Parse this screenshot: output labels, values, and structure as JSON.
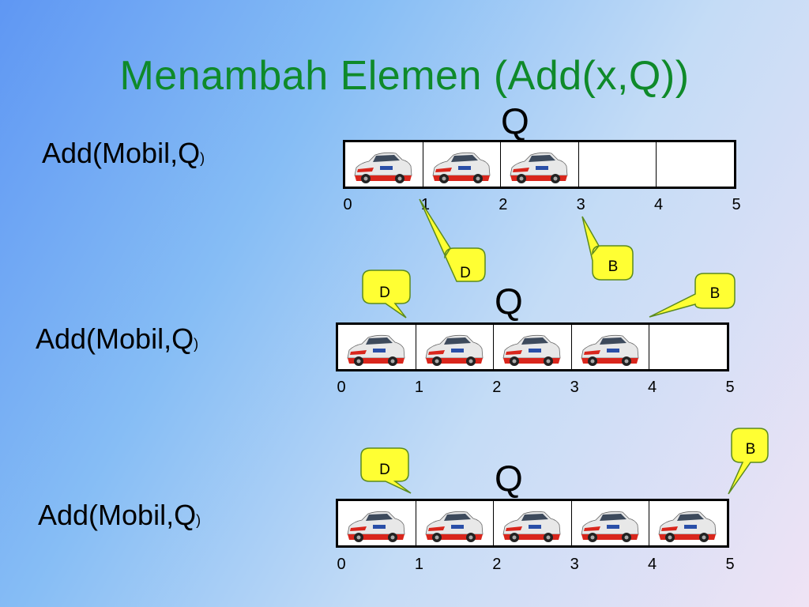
{
  "title": "Menambah Elemen (Add(x,Q))",
  "rows": [
    {
      "label_main": "Add(Mobil,Q",
      "label_paren": ")",
      "queue_name": "Q",
      "cars": [
        true,
        true,
        true,
        false,
        false
      ],
      "indices": [
        "0",
        "1",
        "2",
        "3",
        "4",
        "5"
      ],
      "front_marker": "D",
      "rear_marker": "B"
    },
    {
      "label_main": "Add(Mobil,Q",
      "label_paren": ")",
      "queue_name": "Q",
      "cars": [
        true,
        true,
        true,
        true,
        false
      ],
      "indices": [
        "0",
        "1",
        "2",
        "3",
        "4",
        "5"
      ],
      "front_marker": "D",
      "rear_marker": "B"
    },
    {
      "label_main": "Add(Mobil,Q",
      "label_paren": ")",
      "queue_name": "Q",
      "cars": [
        true,
        true,
        true,
        true,
        true
      ],
      "indices": [
        "0",
        "1",
        "2",
        "3",
        "4",
        "5"
      ],
      "front_marker": "D",
      "rear_marker": "B"
    }
  ],
  "colors": {
    "title": "#0f8a2a",
    "callout_fill": "#ffff33",
    "car_body": "#e8e8e8",
    "car_red": "#d9261c"
  },
  "icons": {
    "car": "race-car-icon"
  }
}
